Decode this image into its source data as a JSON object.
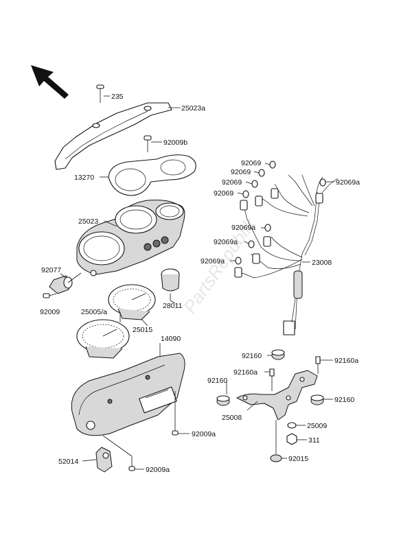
{
  "watermark": "PartsRepublik",
  "labels": {
    "p235": "235",
    "p25023a": "25023a",
    "p92009b": "92009b",
    "p13270": "13270",
    "p25023": "25023",
    "p92077": "92077",
    "p92009": "92009",
    "p25005a": "25005/a",
    "p25015": "25015",
    "p28011": "28011",
    "p14090": "14090",
    "p92009a_1": "92009a",
    "p52014": "52014",
    "p92009a_2": "92009a",
    "p92069_1": "92069",
    "p92069_2": "92069",
    "p92069_3": "92069",
    "p92069_4": "92069",
    "p92069a_r": "92069a",
    "p92069a_1": "92069a",
    "p92069a_2": "92069a",
    "p92069a_3": "92069a",
    "p23008": "23008",
    "p92160_tl": "92160",
    "p92160a_tr": "92160a",
    "p92160a_m": "92160a",
    "p92160_l": "92160",
    "p92160_r": "92160",
    "p25008": "25008",
    "p25009": "25009",
    "p311": "311",
    "p92015": "92015"
  },
  "icons": {
    "direction": "front-direction-arrow-icon"
  }
}
